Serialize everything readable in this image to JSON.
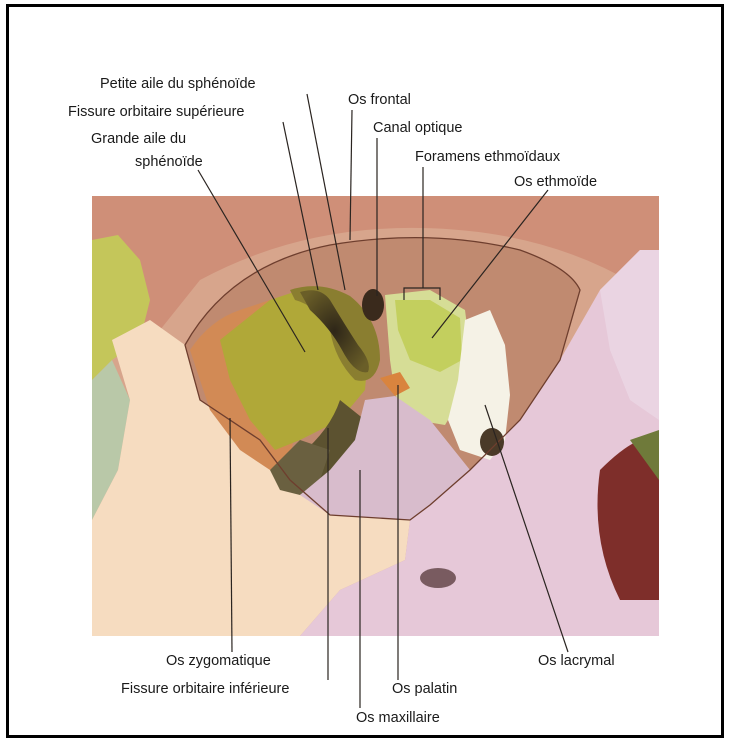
{
  "labels": {
    "petite_aile": "Petite aile du sphénoïde",
    "fissure_sup": "Fissure orbitaire supérieure",
    "grande_aile_1": "Grande aile du",
    "grande_aile_2": "sphénoïde",
    "os_frontal": "Os frontal",
    "canal_optique": "Canal optique",
    "foramens": "Foramens ethmoïdaux",
    "os_ethmoide": "Os ethmoïde",
    "os_zygomatique": "Os zygomatique",
    "fissure_inf": "Fissure orbitaire inférieure",
    "os_palatin": "Os palatin",
    "os_maxillaire": "Os maxillaire",
    "os_lacrymal": "Os lacrymal"
  },
  "colors": {
    "frontal": "#cf8f78",
    "zygomatic": "#f6dcc0",
    "maxilla": "#e6c8d8",
    "greater_wing": "#b0a838",
    "ethmoid": "#d6dd96",
    "lacrimal": "#f5f2e6",
    "palatine": "#d9843e",
    "lesser_wing": "#8a7e30",
    "nasal_dark": "#7e2e2a"
  }
}
